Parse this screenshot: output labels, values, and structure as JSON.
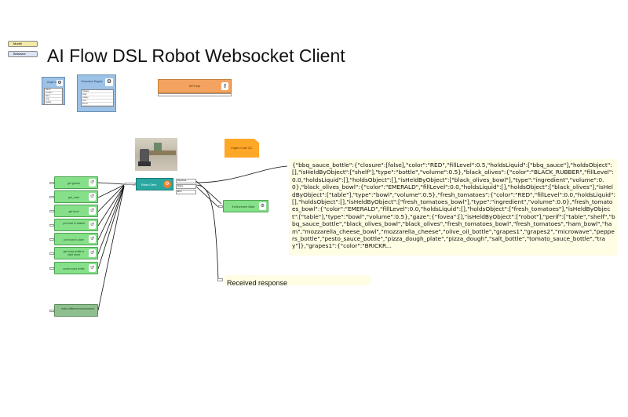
{
  "legend": {
    "model": "Model",
    "behavior": "Behavior"
  },
  "title": "AI Flow DSL Robot Websocket Client",
  "graph_node": {
    "label": "Graph Info",
    "rows": [
      "Name",
      "Version",
      "Date",
      "Link",
      "Author"
    ]
  },
  "execution_node": {
    "label": "Execution Engine",
    "rows": [
      "Targets",
      "Flow",
      "Library",
      "Test",
      "Errors"
    ]
  },
  "api_node": {
    "label": "API Keys"
  },
  "engine_code": {
    "label": "Engine Code C/C"
  },
  "robot_client": {
    "label": "Robot Client",
    "outputs": [
      "Response",
      "Status",
      "Error"
    ]
  },
  "env_state": {
    "label": "Environment State"
  },
  "actions": [
    {
      "label": "get gloves",
      "icon": "↺"
    },
    {
      "label": "get_rows",
      "icon": "↺"
    },
    {
      "label": "get bowl",
      "icon": "↺"
    },
    {
      "label": "put bowl in basket",
      "icon": "↺"
    },
    {
      "label": "put bowl in plate",
      "icon": "↺"
    },
    {
      "label": "get soda bottle in right hand",
      "icon": "↺"
    },
    {
      "label": "screw soda bottle",
      "icon": "↺"
    }
  ],
  "extra_action": {
    "label": "enter different environment"
  },
  "response_text": "{\"bbq_sauce_bottle\":{\"closure\":[false],\"color\":\"RED\",\"fillLevel\":0.5,\"holdsLiquid\":[\"bbq_sauce\"],\"holdsObject\":[],\"isHeldByObject\":[\"shelf\"],\"type\":\"bottle\",\"volume\":0.5},\"black_olives\":{\"color\":\"BLACK_RUBBER\",\"fillLevel\":0.0,\"holdsLiquid\":[],\"holdsObject\":[],\"isHeldByObject\":[\"black_olives_bowl\"],\"type\":\"ingredient\",\"volume\":0.0},\"black_olives_bowl\":{\"color\":\"EMERALD\",\"fillLevel\":0.0,\"holdsLiquid\":[],\"holdsObject\":[\"black_olives\"],\"isHeldByObject\":[\"table\"],\"type\":\"bowl\",\"volume\":0.5},\"fresh_tomatoes\":{\"color\":\"RED\",\"fillLevel\":0.0,\"holdsLiquid\":[],\"holdsObject\":[],\"isHeldByObject\":[\"fresh_tomatoes_bowl\"],\"type\":\"ingredient\",\"volume\":0.0},\"fresh_tomatoes_bowl\":{\"color\":\"EMERALD\",\"fillLevel\":0.0,\"holdsLiquid\":[],\"holdsObject\":[\"fresh_tomatoes\"],\"isHeldByObject\":[\"table\"],\"type\":\"bowl\",\"volume\":0.5},\"gaze\":{\"fovea\":[],\"isHeldByObject\":[\"robot\"],\"perif\":[\"table\",\"shelf\",\"bbq_sauce_bottle\",\"black_olives_bowl\",\"black_olives\",\"fresh_tomatoes_bowl\",\"fresh_tomatoes\",\"ham_bowl\",\"ham\",\"mozzarella_cheese_bowl\",\"mozzarella_cheese\",\"olive_oil_bottle\",\"grapes1\",\"grapes2\",\"microwave\",\"peppers_bottle\",\"pesto_sauce_bottle\",\"pizza_dough_plate\",\"pizza_dough\",\"salt_bottle\",\"tomato_sauce_bottle\",\"tray\"]},\"grapes1\":{\"color\":\"BRICKR...",
  "received_label": "Received response",
  "colors": {
    "green": "#86e08a",
    "blue": "#9cc2e6",
    "orange": "#f4a460",
    "teal": "#2aa7a1",
    "note": "#fffde3"
  }
}
